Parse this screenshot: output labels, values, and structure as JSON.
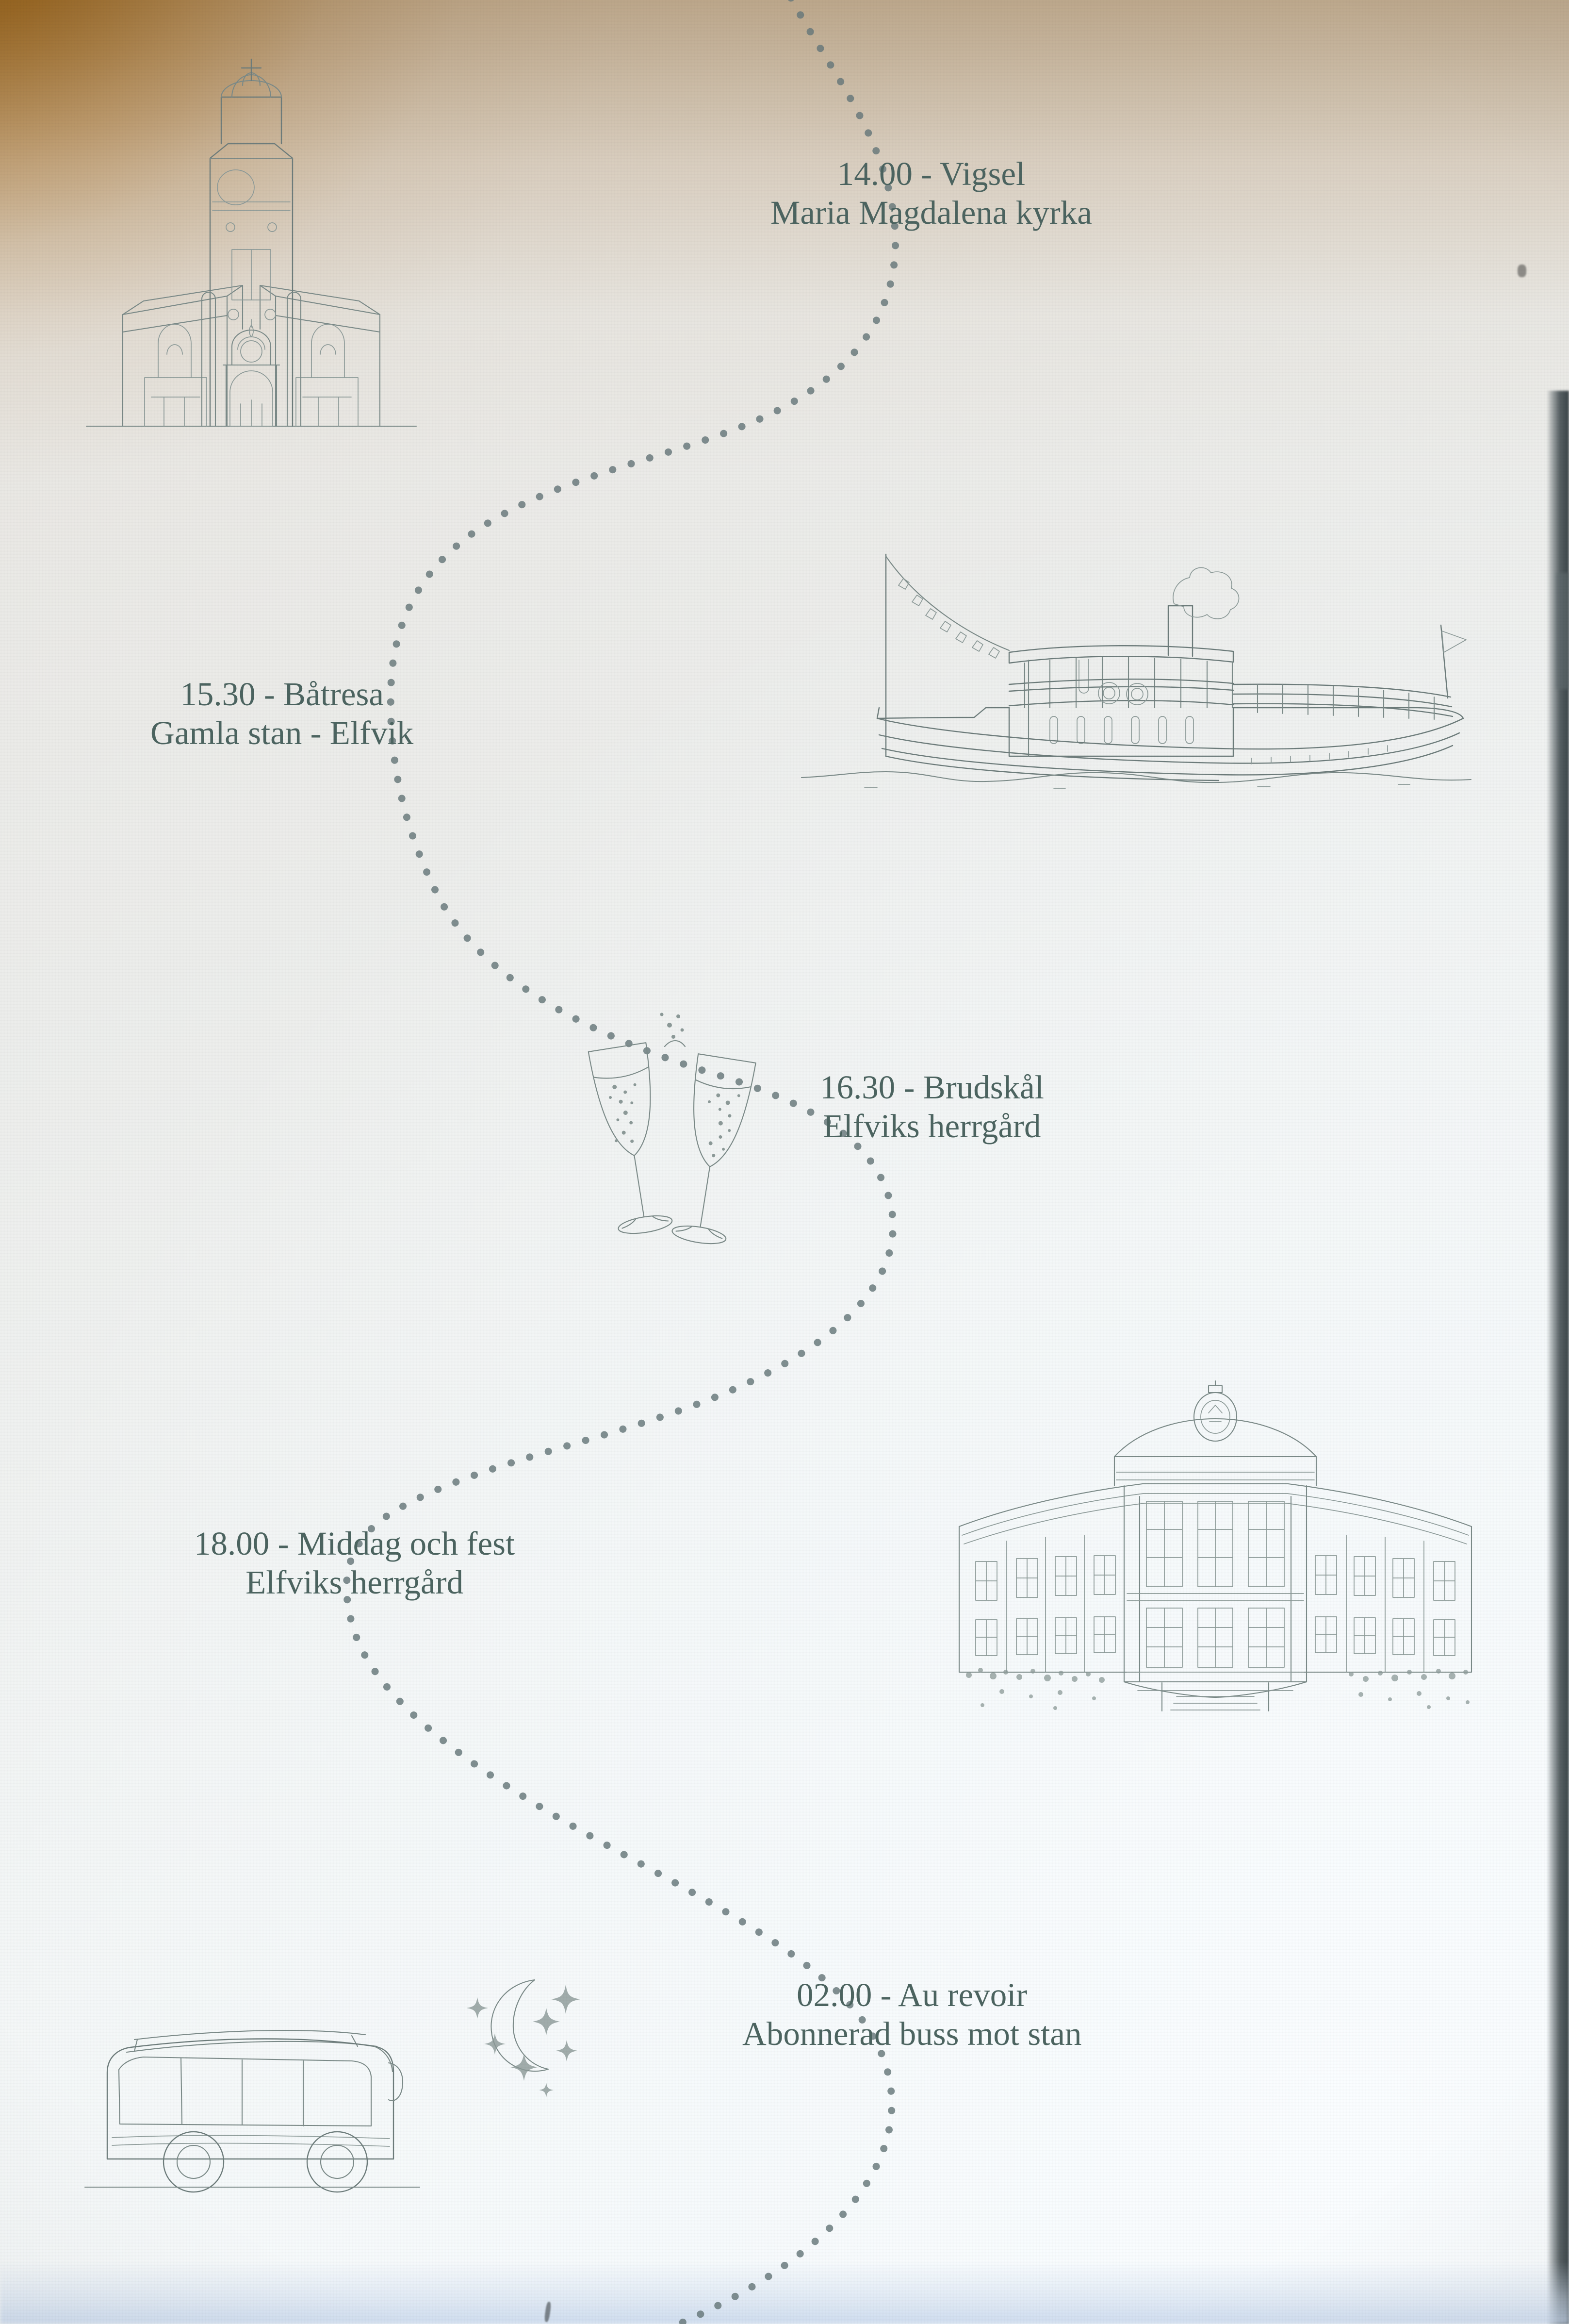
{
  "document": {
    "kind": "wedding-day-timeline-card",
    "language": "sv",
    "ink_color": "#4c6460",
    "illustration_color": "#7b8a88",
    "path_color": "#67787a",
    "paper_color": "#e9ebe9"
  },
  "timeline": {
    "entries": [
      {
        "id": "vigsel",
        "time": "14.00",
        "line1": "14.00 - Vigsel",
        "line2": "Maria Magdalena kyrka",
        "title": "Vigsel",
        "place": "Maria Magdalena kyrka",
        "icon": "church-icon"
      },
      {
        "id": "batresa",
        "time": "15.30",
        "line1": "15.30 - Båtresa",
        "line2": "Gamla stan - Elfvik",
        "title": "Båtresa",
        "place": "Gamla stan - Elfvik",
        "icon": "steamboat-icon"
      },
      {
        "id": "brudskal",
        "time": "16.30",
        "line1": "16.30 - Brudskål",
        "line2": "Elfviks herrgård",
        "title": "Brudskål",
        "place": "Elfviks herrgård",
        "icon": "champagne-glasses-icon"
      },
      {
        "id": "middag",
        "time": "18.00",
        "line1": "18.00 - Middag och fest",
        "line2": "Elfviks herrgård",
        "title": "Middag och fest",
        "place": "Elfviks herrgård",
        "icon": "manor-house-icon"
      },
      {
        "id": "aurevoir",
        "time": "02.00",
        "line1": "02.00 - Au revoir",
        "line2": "Abonnerad buss mot stan",
        "title": "Au revoir",
        "place": "Abonnerad buss mot stan",
        "icon": "bus-icon"
      }
    ]
  }
}
